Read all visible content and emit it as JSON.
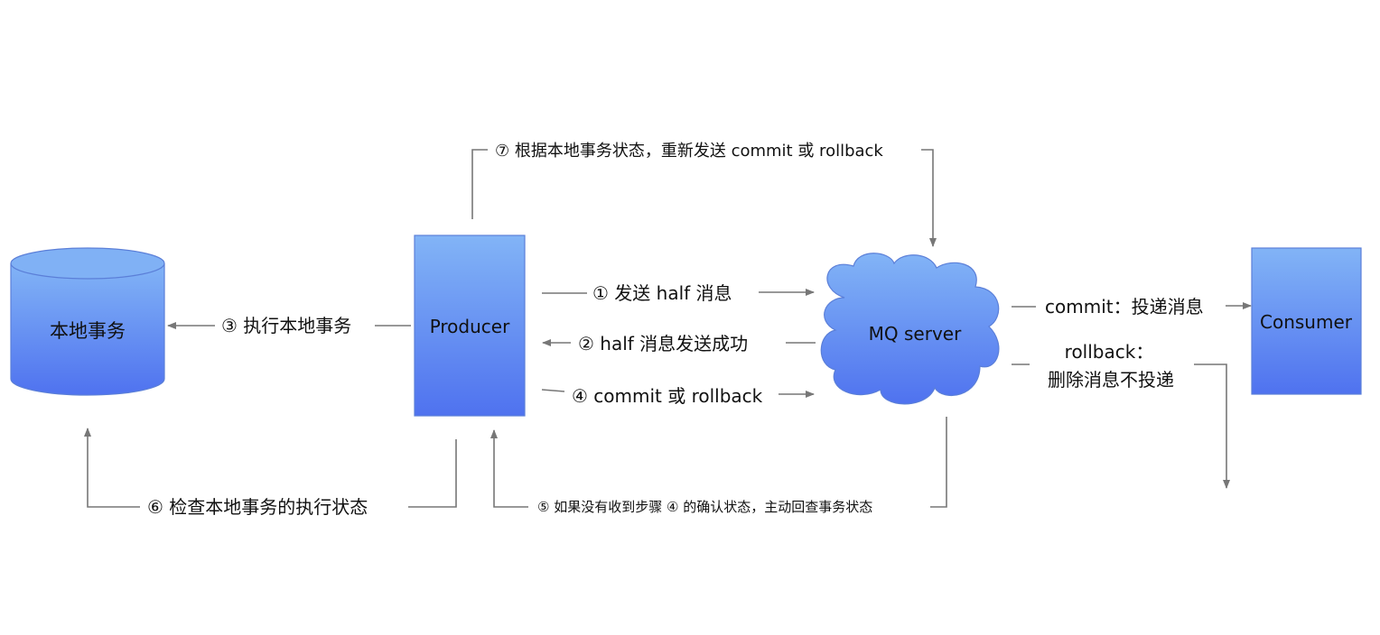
{
  "colors": {
    "fill_top": "#82b4f6",
    "fill_bottom": "#4f72ef",
    "stroke": "#5b7fd8",
    "line": "#777777"
  },
  "nodes": {
    "local_tx": "本地事务",
    "producer": "Producer",
    "mq_server": "MQ server",
    "consumer": "Consumer"
  },
  "edges": {
    "step1": "① 发送 half 消息",
    "step2": "②  half 消息发送成功",
    "step3": "③ 执行本地事务",
    "step4": "④ commit 或 rollback",
    "step5": "⑤ 如果没有收到步骤 ④ 的确认状态，主动回查事务状态",
    "step6": "⑥ 检查本地事务的执行状态",
    "step7": "⑦ 根据本地事务状态，重新发送 commit 或 rollback",
    "commit": "commit：投递消息",
    "rollback_line1": "rollback：",
    "rollback_line2": "删除消息不投递"
  }
}
